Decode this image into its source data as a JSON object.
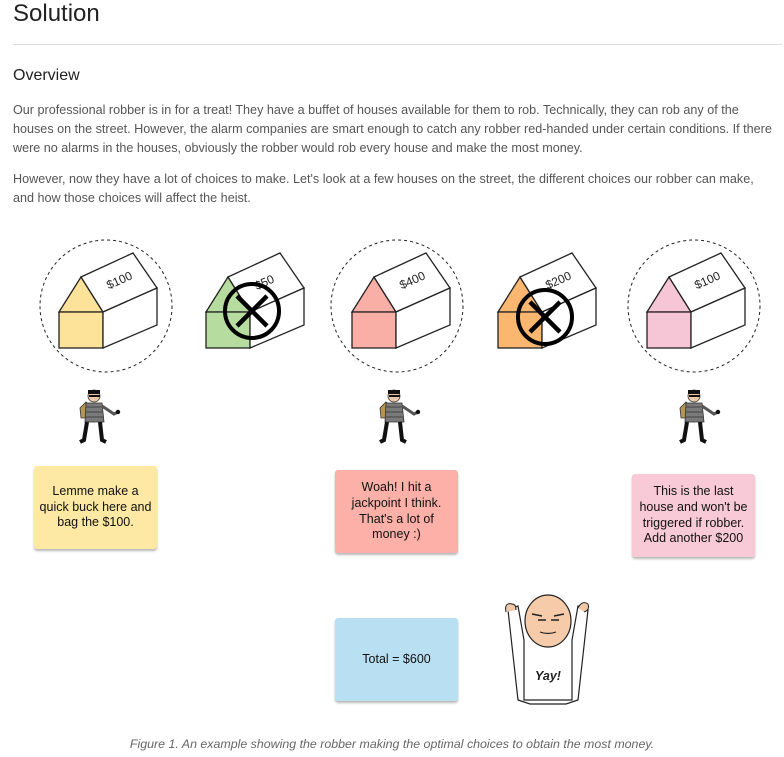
{
  "page": {
    "title": "Solution",
    "subtitle": "Overview",
    "paragraphs": [
      "Our professional robber is in for a treat! They have a buffet of houses available for them to rob. Technically, they can rob any of the houses on the street. However, the alarm companies are smart enough to catch any robber red-handed under certain conditions. If there were no alarms in the houses, obviously the robber would rob every house and make the most money.",
      "However, now they have a lot of choices to make. Let's look at a few houses on the street, the different choices our robber can make, and how those choices will affect the heist."
    ]
  },
  "figure": {
    "houses": [
      {
        "label": "$100",
        "color": "#fde29a",
        "robbed": true
      },
      {
        "label": "$50",
        "color": "#b6dca0",
        "robbed": false
      },
      {
        "label": "$400",
        "color": "#f9aea6",
        "robbed": true
      },
      {
        "label": "$200",
        "color": "#fbb670",
        "robbed": false
      },
      {
        "label": "$100",
        "color": "#f6c6d6",
        "robbed": true
      }
    ],
    "notes": [
      "Lemme make a quick buck here and bag the $100.",
      "Woah! I hit a jackpoint I think. That's a lot of money :)",
      "This is the last house and won't be triggered if robber. Add another $200"
    ],
    "total": "Total = $600",
    "cheer": "Yay!",
    "caption": "Figure 1. An example showing the robber making the optimal choices to obtain the most money."
  }
}
